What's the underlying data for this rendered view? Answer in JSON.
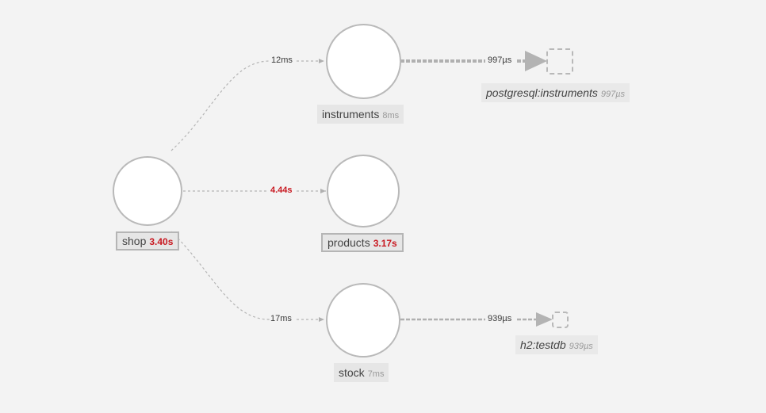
{
  "nodes": {
    "shop": {
      "name": "shop",
      "duration": "3.40s",
      "slow": true,
      "selected": true
    },
    "instruments": {
      "name": "instruments",
      "duration": "8ms",
      "slow": false
    },
    "products": {
      "name": "products",
      "duration": "3.17s",
      "slow": true,
      "selected": true
    },
    "stock": {
      "name": "stock",
      "duration": "7ms",
      "slow": false
    }
  },
  "databases": {
    "postgresql": {
      "name": "postgresql:instruments",
      "duration": "997µs"
    },
    "h2": {
      "name": "h2:testdb",
      "duration": "939µs"
    }
  },
  "edges": {
    "shop_instruments": {
      "label": "12ms",
      "slow": false
    },
    "shop_products": {
      "label": "4.44s",
      "slow": true
    },
    "shop_stock": {
      "label": "17ms",
      "slow": false
    },
    "instruments_postgresql": {
      "label": "997µs"
    },
    "stock_h2": {
      "label": "939µs"
    }
  },
  "colors": {
    "edge": "#b5b5b5",
    "slow": "#c8171f",
    "node_border": "#b9b9b9",
    "background": "#f3f3f3"
  }
}
